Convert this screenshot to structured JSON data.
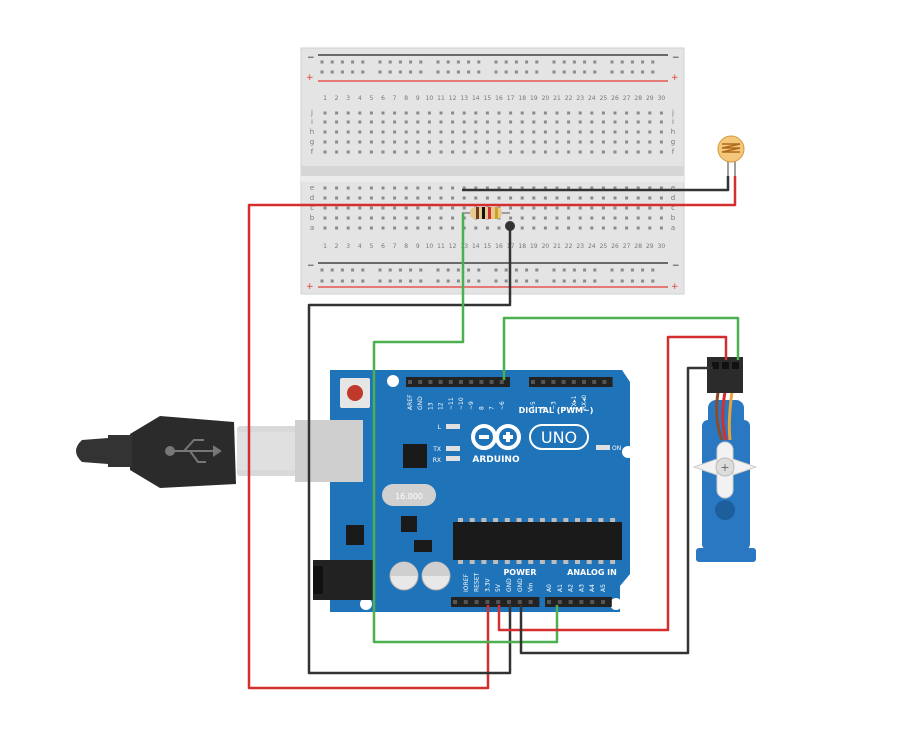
{
  "breadboard": {
    "rows_top": [
      "j",
      "i",
      "h",
      "g",
      "f"
    ],
    "rows_bottom": [
      "e",
      "d",
      "c",
      "b",
      "a"
    ],
    "columns": [
      "1",
      "2",
      "3",
      "4",
      "5",
      "6",
      "7",
      "8",
      "9",
      "10",
      "11",
      "12",
      "13",
      "14",
      "15",
      "16",
      "17",
      "18",
      "19",
      "20",
      "21",
      "22",
      "23",
      "24",
      "25",
      "26",
      "27",
      "28",
      "29",
      "30"
    ],
    "rail_minus": "−",
    "rail_plus": "+"
  },
  "arduino": {
    "brand": "ARDUINO",
    "model": "UNO",
    "digital_label": "DIGITAL (PWM~)",
    "power_label": "POWER",
    "analog_label": "ANALOG IN",
    "on_label": "ON",
    "l_label": "L",
    "tx_label": "TX",
    "rx_label": "RX",
    "crystal_label": "16.000",
    "digital_pins": [
      "AREF",
      "GND",
      "13",
      "12",
      "~11",
      "~10",
      "~9",
      "8",
      "7",
      "~6",
      "~5",
      "4",
      "~3",
      "2",
      "TX▸1",
      "RX◂0"
    ],
    "power_pins": [
      "IOREF",
      "RESET",
      "3.3V",
      "5V",
      "GND",
      "GND",
      "Vin"
    ],
    "analog_pins": [
      "A0",
      "A1",
      "A2",
      "A3",
      "A4",
      "A5"
    ]
  },
  "colors": {
    "board_blue": "#1f73b8",
    "wire_red": "#d32f2f",
    "wire_black": "#333333",
    "wire_green": "#4caf50",
    "breadboard": "#e6e6e6",
    "servo_blue": "#2a78c2"
  }
}
